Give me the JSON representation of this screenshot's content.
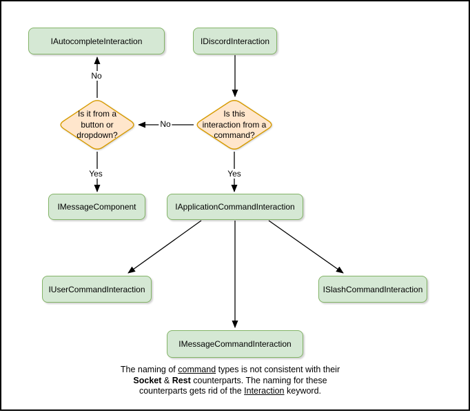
{
  "diagram": {
    "colors": {
      "node_fill": "#d5e8d4",
      "node_stroke": "#82b366",
      "decision_fill": "#ffe6cc",
      "decision_stroke": "#d79b00",
      "arrow": "#000000",
      "border": "#000000",
      "background": "#ffffff"
    },
    "nodes": {
      "autocomplete": "IAutocompleteInteraction",
      "discord": "IDiscordInteraction",
      "message_component": "IMessageComponent",
      "application_command": "IApplicationCommandInteraction",
      "user_command": "IUserCommandInteraction",
      "slash_command": "ISlashCommandInteraction",
      "message_command": "IMessageCommandInteraction"
    },
    "decisions": {
      "button_dropdown": {
        "line1": "Is it from a",
        "line2": "button or",
        "line3": "dropdown?"
      },
      "from_command": {
        "line1": "Is this",
        "line2": "interaction from a",
        "line3": "command?"
      }
    },
    "edge_labels": {
      "no_to_autocomplete": "No",
      "no_to_button_dropdown": "No",
      "yes_to_message_component": "Yes",
      "yes_to_application_command": "Yes"
    }
  },
  "note": {
    "line1": {
      "pre": "The naming of ",
      "underlined": "command",
      "post": " types is not consistent with their"
    },
    "line2": {
      "bold1": "Socket",
      "separator": " & ",
      "bold2": "Rest",
      "post": " counterparts. The naming for these"
    },
    "line3": {
      "pre": "counterparts gets rid of the ",
      "underlined": "Interaction",
      "post": " keyword."
    }
  }
}
